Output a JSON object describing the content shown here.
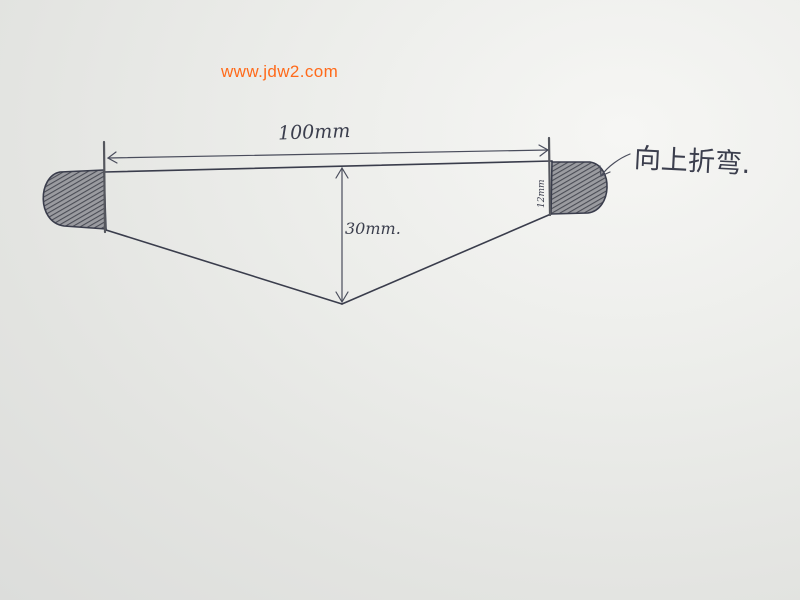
{
  "watermark": {
    "text": "www.jdw2.com",
    "color": "#ff6a1a"
  },
  "diagram": {
    "width_label": "100mm",
    "height_label": "30mm.",
    "fold_label": "12mm",
    "note_label": "向上折弯.",
    "ink_color": "#3a3d4c",
    "paper_color": "#e8e9e6"
  }
}
